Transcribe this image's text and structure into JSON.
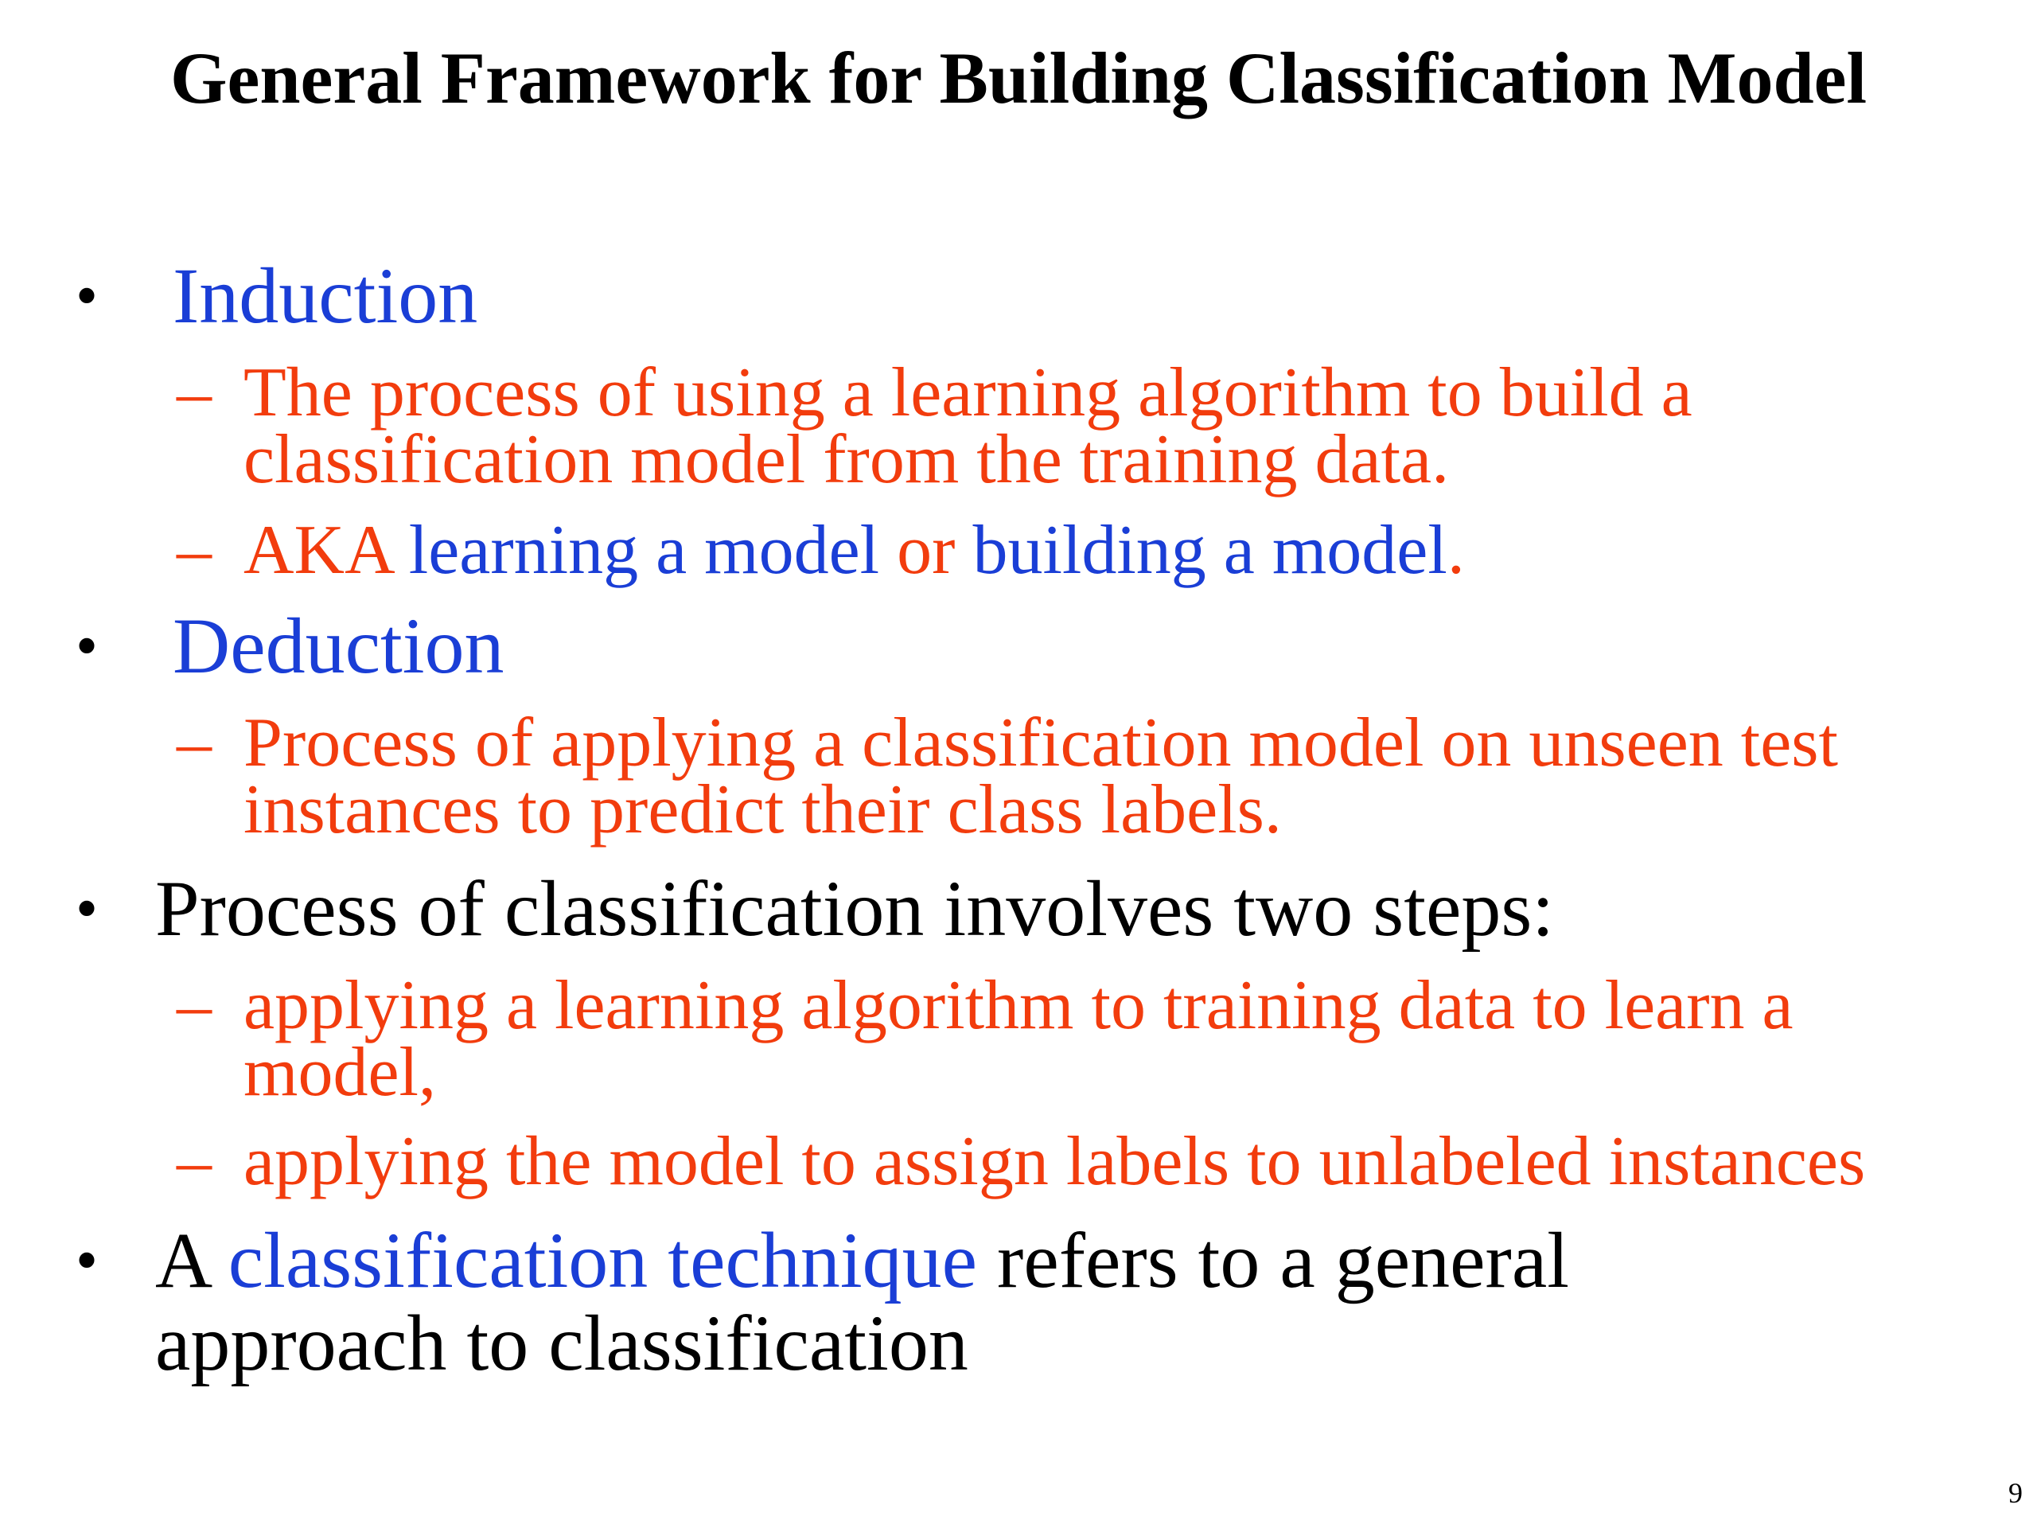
{
  "slide": {
    "title": "General Framework for Building Classification Model",
    "page_number": "9",
    "bullet_glyph": "•",
    "dash_glyph": "–",
    "colors": {
      "heading": "#000000",
      "term": "#1a3ed6",
      "detail": "#f23c0d",
      "body": "#000000"
    },
    "items": [
      {
        "term": "Induction",
        "subs": [
          {
            "line1": "The process of using a learning algorithm to build a",
            "line2": "classification model from the training data."
          },
          {
            "p1": "AKA ",
            "p2": "learning a model",
            "p3": " or ",
            "p4": "building a model",
            "p5": "."
          }
        ]
      },
      {
        "term": "Deduction",
        "subs": [
          {
            "line1": "Process of applying a classification model on unseen test",
            "line2": "instances to predict their class labels."
          }
        ]
      },
      {
        "text": "Process of classification involves two steps:",
        "subs": [
          {
            "line1": "applying a learning algorithm to training data to learn a",
            "line2": "model,"
          },
          {
            "line1": "applying the model to assign labels to unlabeled instances"
          }
        ]
      },
      {
        "p1": "A ",
        "p2": "classification technique",
        "p3": " refers to a general",
        "line2": "approach to classification"
      }
    ]
  }
}
